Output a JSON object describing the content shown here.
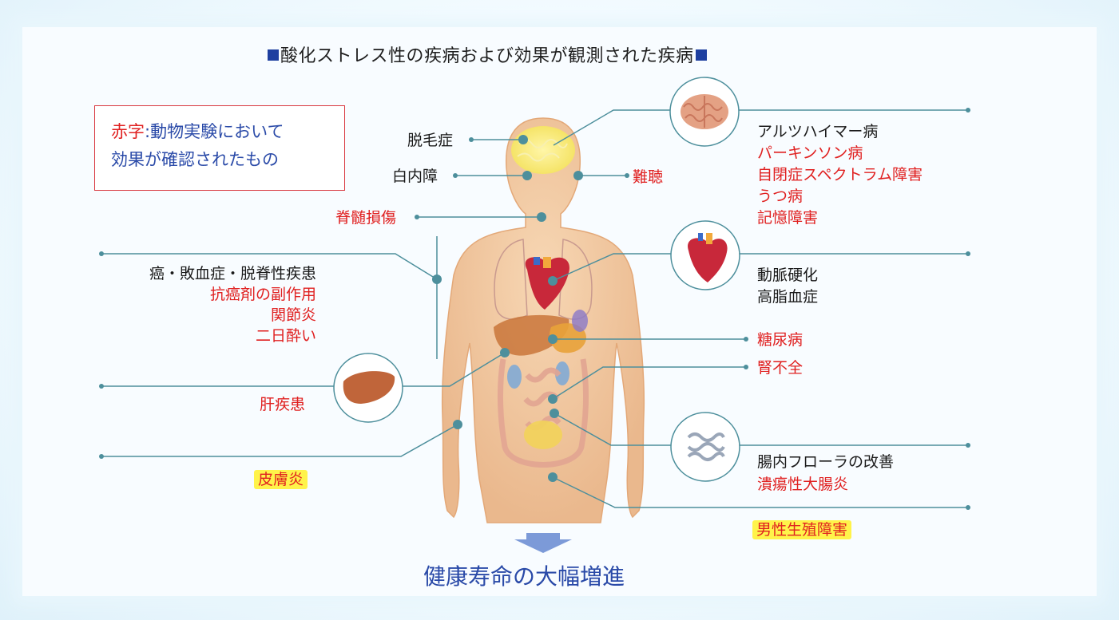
{
  "title": "酸化ストレス性の疾病および効果が観測された疾病",
  "legend": {
    "red_word": "赤字",
    "line1_rest": ":動物実験において",
    "line2": "効果が確認されたもの"
  },
  "labels": {
    "alopecia": "脱毛症",
    "cataract": "白内障",
    "hearing_loss": "難聴",
    "spinal_cord_injury": "脊髄損傷",
    "brain": [
      "アルツハイマー病",
      "パーキンソン病",
      "自閉症スペクトラム障害",
      "うつ病",
      "記憶障害"
    ],
    "heart": [
      "動脈硬化",
      "高脂血症"
    ],
    "diabetes": "糖尿病",
    "renal_failure": "腎不全",
    "left_group": [
      "癌・敗血症・脱脊性疾患",
      "抗癌剤の副作用",
      "関節炎",
      "二日酔い"
    ],
    "liver": "肝疾患",
    "dermatitis": "皮膚炎",
    "gut": [
      "腸内フローラの改善",
      "潰瘍性大腸炎"
    ],
    "male_reproductive": "男性生殖障害"
  },
  "bottom_text": "健康寿命の大幅増進",
  "colors": {
    "accent_blue": "#2a4aa8",
    "red": "#e02020",
    "line": "#4d8f9c",
    "highlight": "#fff34a",
    "skin": "#f2c9a0"
  }
}
